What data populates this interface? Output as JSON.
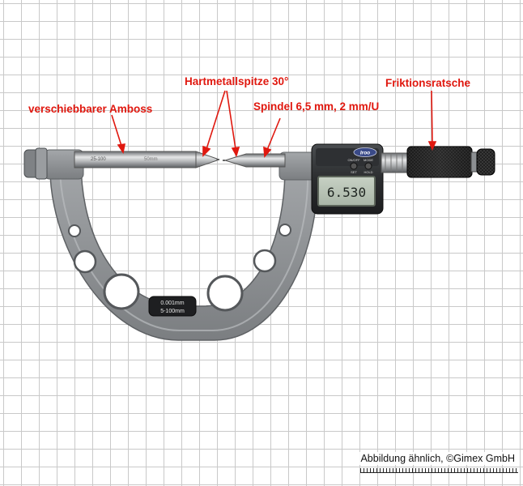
{
  "annotations": {
    "anvil": "verschiebbarer Amboss",
    "tip": "Hartmetallspitze 30°",
    "spindle": "Spindel 6,5 mm, 2 mm/U",
    "ratchet": "Friktionsratsche"
  },
  "display": {
    "brand": "Iroo",
    "reading": "6.530",
    "btn_left": "ON/OFF",
    "btn_right": "MODE",
    "btn_left_sub": "SET",
    "btn_right_sub": "HOLD"
  },
  "frame_plate": {
    "line1": "0.001mm",
    "line2": "5-100mm"
  },
  "anvil_engraving": {
    "left": "25-100",
    "right": "50mm"
  },
  "credit": "Abbildung ähnlich, ©Gimex GmbH",
  "colors": {
    "annotation": "#e0180f",
    "frame": "#8c8f92",
    "frame_dark": "#55585b",
    "lcd": "#b7c3b4",
    "grid": "#c9c9c9"
  }
}
